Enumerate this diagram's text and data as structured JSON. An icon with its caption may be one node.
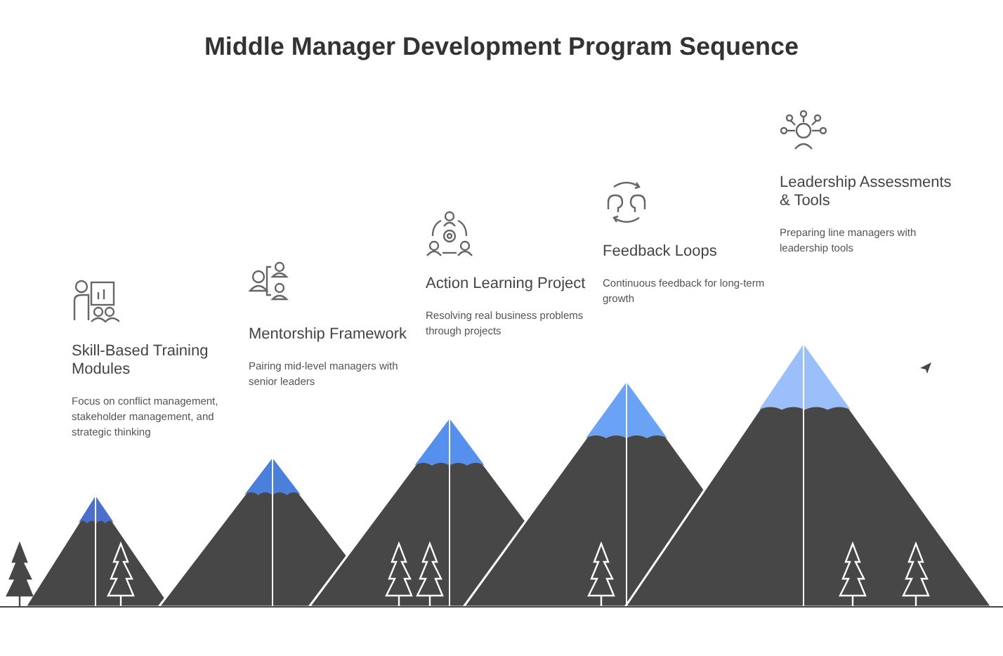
{
  "diagram": {
    "title": "Middle Manager Development Program Sequence",
    "nodes": [
      {
        "text": [
          "Skill-Based Training Modules",
          "Focus on conflict management, stakeholder management, and strategic thinking"
        ]
      },
      {
        "text": [
          "Mentorship Framework",
          "Pairing mid-level managers with senior leaders"
        ]
      },
      {
        "text": [
          "Action Learning Project",
          "Resolving real business problems through projects"
        ]
      },
      {
        "text": [
          "Feedback Loops",
          "Continuous feedback for long-term growth"
        ]
      },
      {
        "text": [
          "Leadership Assessments & Tools",
          "Preparing line managers with leadership tools"
        ]
      }
    ]
  }
}
